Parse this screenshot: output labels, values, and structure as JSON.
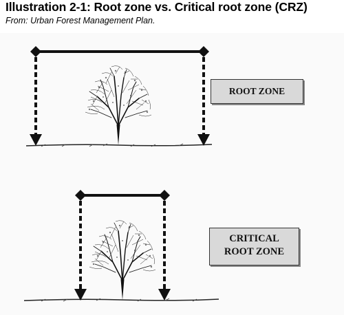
{
  "header": {
    "title": "Illustration 2-1: Root zone vs. Critical root zone (CRZ)",
    "subtitle": "From: Urban Forest Management Plan."
  },
  "labels": {
    "root_zone": "ROOT ZONE",
    "critical_line1": "CRITICAL",
    "critical_line2": "ROOT ZONE"
  },
  "colors": {
    "ink": "#111111",
    "label_fill": "#d9d9d9"
  }
}
